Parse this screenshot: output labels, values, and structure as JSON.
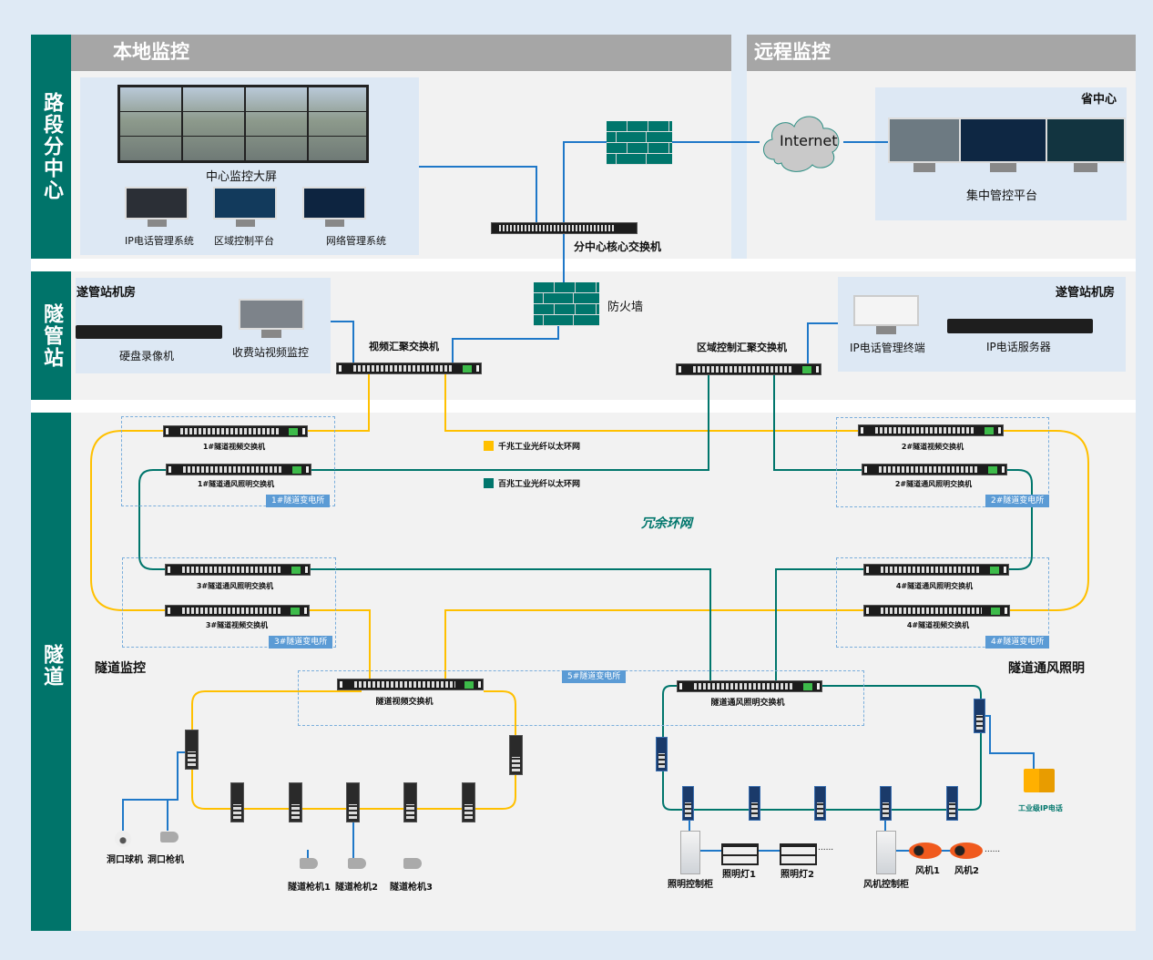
{
  "sections": {
    "district_center": "路段分中心",
    "tunnel_station": "隧管站",
    "tunnel": "隧道"
  },
  "headers": {
    "local": "本地监控",
    "remote": "远程监控"
  },
  "district": {
    "video_wall": "中心监控大屏",
    "systems": [
      "IP电话管理系统",
      "区域控制平台",
      "网络管理系统"
    ],
    "core_switch": "分中心核心交换机",
    "internet": "Internet",
    "province_title": "省中心",
    "central_platform": "集中管控平台"
  },
  "station": {
    "left_room_title": "遂管站机房",
    "nvr": "硬盘录像机",
    "toll_monitor": "收费站视频监控",
    "firewall": "防火墙",
    "video_agg_switch": "视频汇聚交换机",
    "area_agg_switch": "区域控制汇聚交换机",
    "right_room_title": "遂管站机房",
    "ip_phone_terminal": "IP电话管理终端",
    "ip_phone_server": "IP电话服务器"
  },
  "tunnel": {
    "switches": {
      "v1": "1#隧道视频交换机",
      "l1": "1#隧道通风照明交换机",
      "v2": "2#隧道视频交换机",
      "l2": "2#隧道通风照明交换机",
      "l3": "3#隧道通风照明交换机",
      "v3": "3#隧道视频交换机",
      "l4": "4#隧道通风照明交换机",
      "v4": "4#隧道视频交换机",
      "tv": "隧道视频交换机",
      "tl": "隧道通风照明交换机"
    },
    "substations": [
      "1#隧道变电所",
      "2#隧道变电所",
      "3#隧道变电所",
      "4#隧道变电所",
      "5#隧道变电所"
    ],
    "legend": {
      "gigabit": {
        "label": "千兆工业光纤以太环网",
        "color": "#ffc000"
      },
      "fast": {
        "label": "百兆工业光纤以太环网",
        "color": "#00766c"
      }
    },
    "ring_label": "冗余环网",
    "monitor_title": "隧道监控",
    "portal_dome": "洞口球机",
    "portal_bullet": "洞口枪机",
    "bullets": [
      "隧道枪机1",
      "隧道枪机2",
      "隧道枪机3"
    ],
    "vent_title": "隧道通风照明",
    "industrial_phone": "工业级IP电话",
    "light_cabinet": "照明控制柜",
    "lights": [
      "照明灯1",
      "照明灯2"
    ],
    "fan_cabinet": "风机控制柜",
    "fans": [
      "风机1",
      "风机2"
    ],
    "ellipsis": "......"
  },
  "colors": {
    "teal": "#00746a",
    "gold": "#ffc000",
    "blue_line": "#1f78c8",
    "tag_blue": "#5b9bd5"
  }
}
